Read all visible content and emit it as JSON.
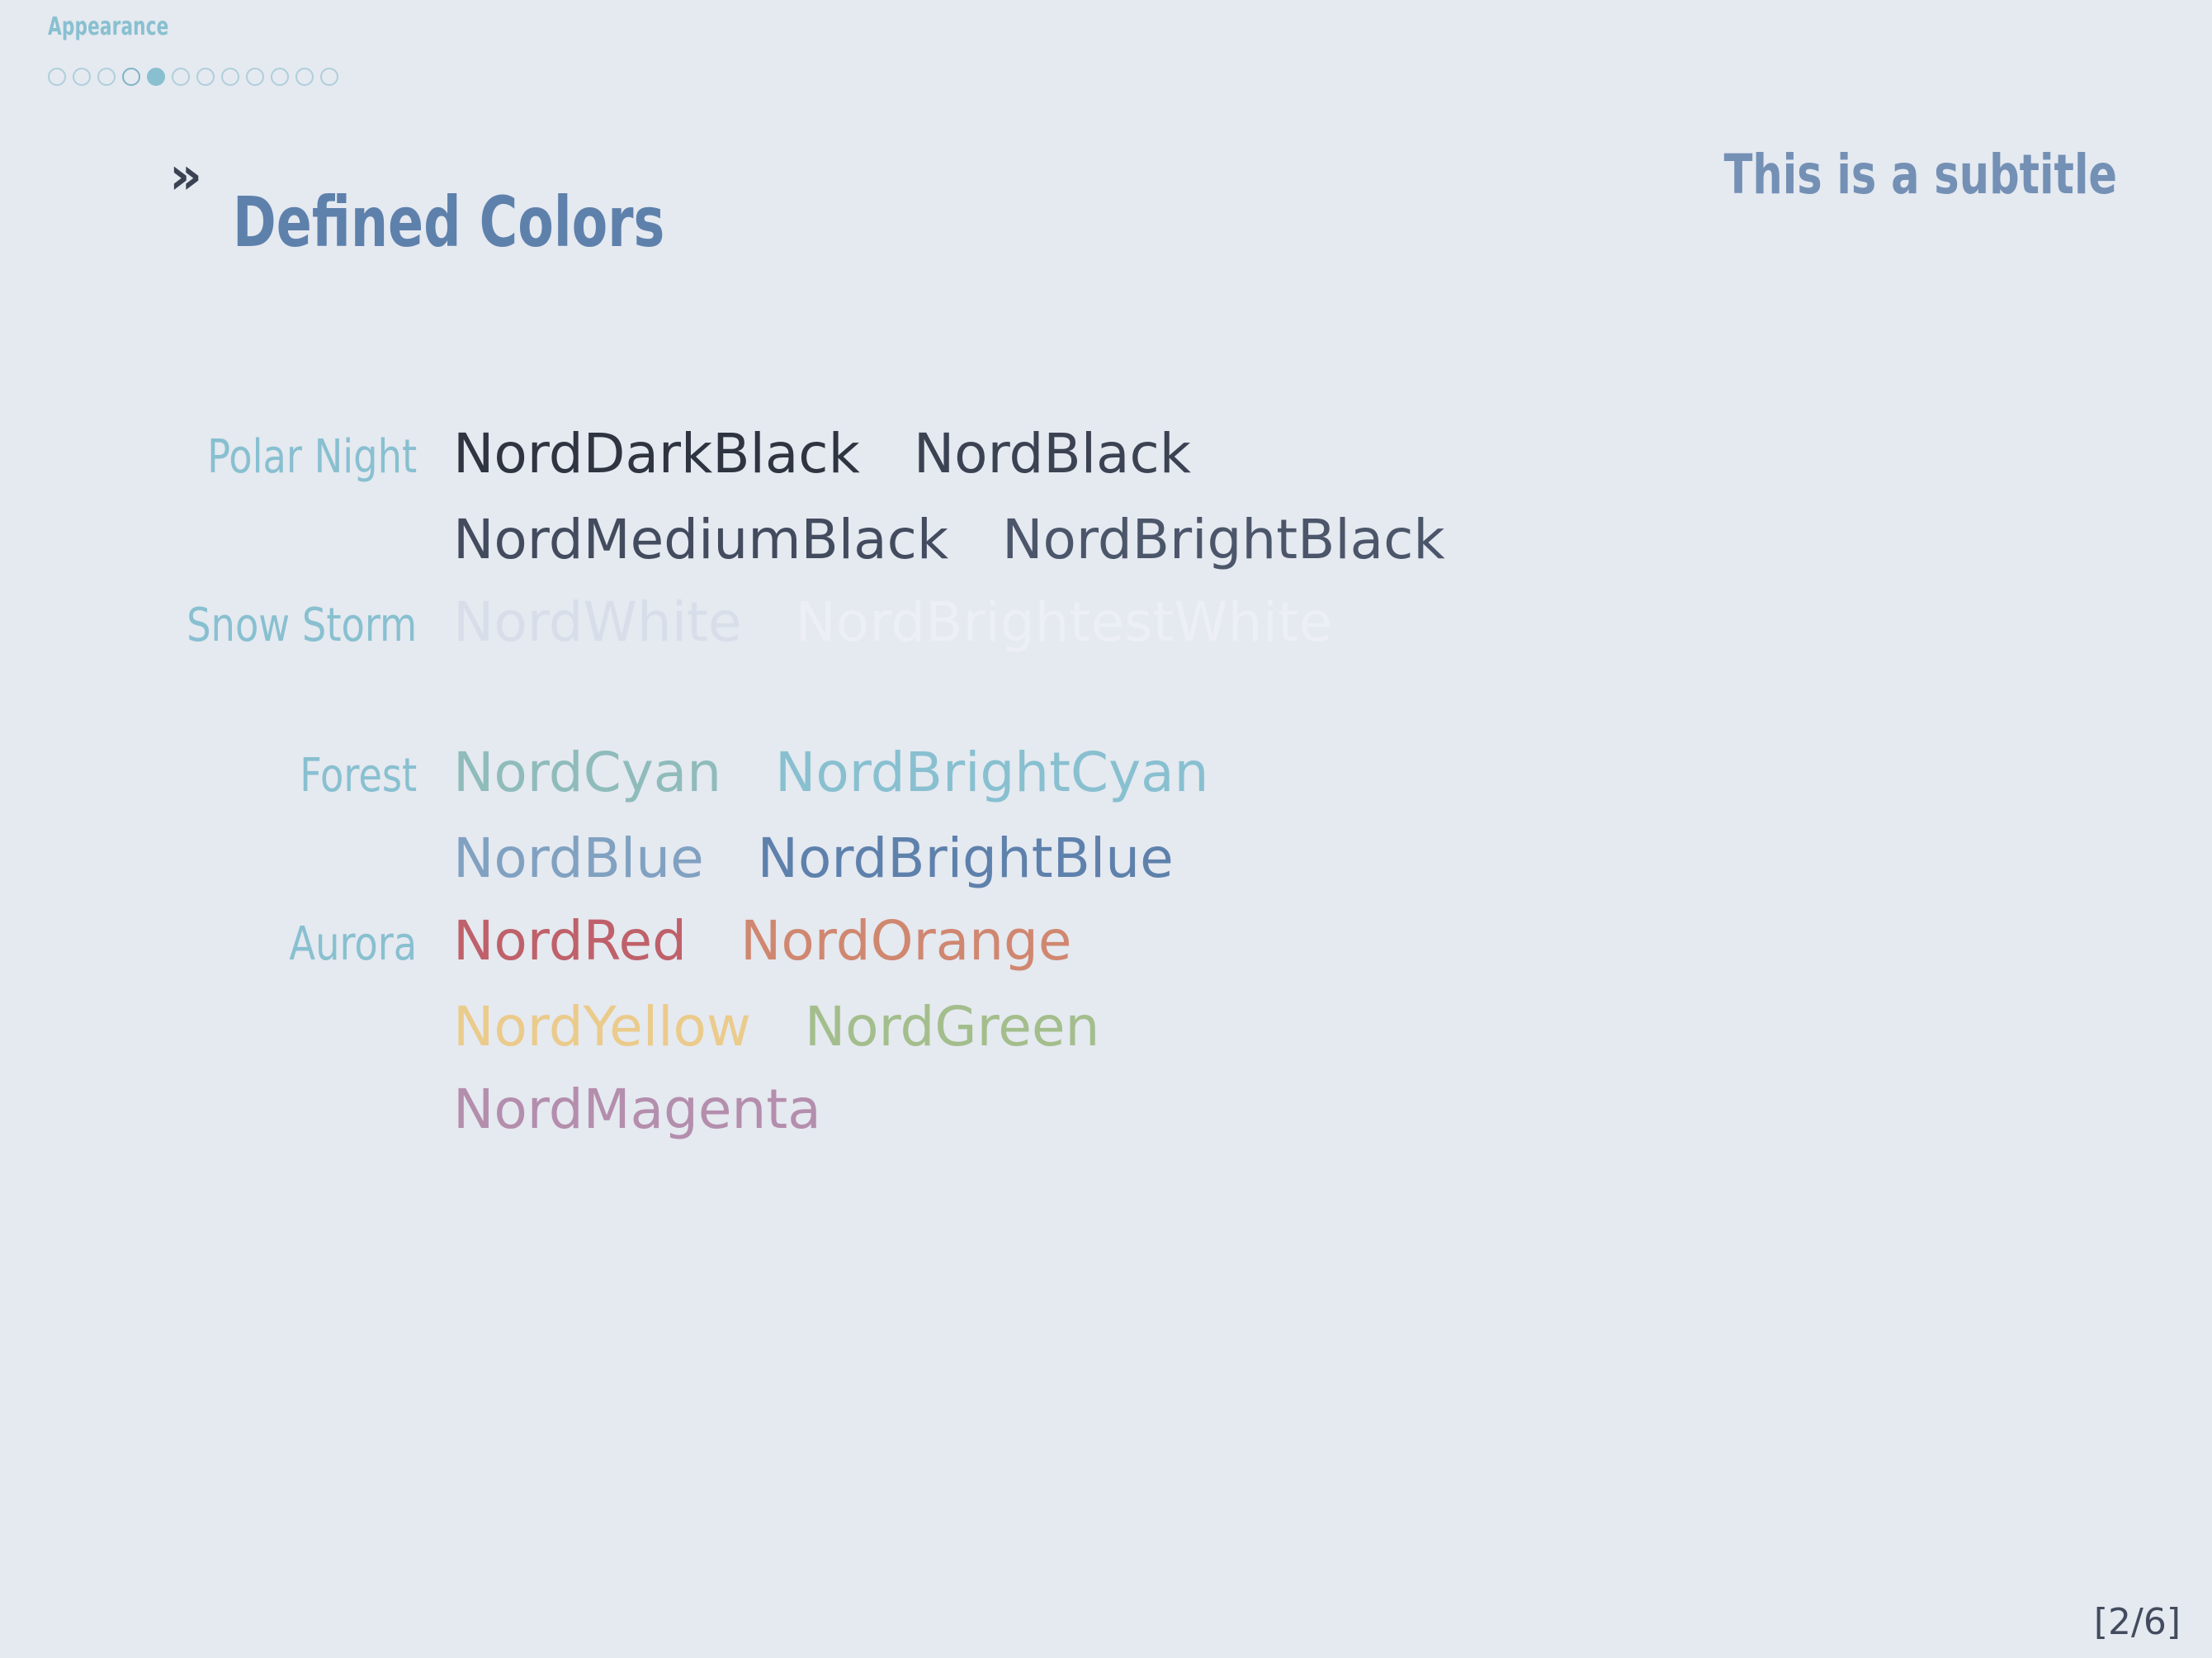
{
  "theme": {
    "background": "#e5e9f0",
    "accent": "#88c0d0",
    "title_color": "#5e81ac",
    "subtitle_color": "#7490b5",
    "marker_color": "#3b4252",
    "nav_dot_color": "#aecfdb",
    "page_number_color": "#434c5e"
  },
  "nav": {
    "section_name": "Appearance",
    "marker": "»",
    "dots": [
      {
        "state": "empty"
      },
      {
        "state": "empty"
      },
      {
        "state": "empty"
      },
      {
        "state": "current-section"
      },
      {
        "state": "current-frame"
      },
      {
        "state": "empty"
      },
      {
        "state": "empty"
      },
      {
        "state": "empty"
      },
      {
        "state": "empty"
      },
      {
        "state": "empty"
      },
      {
        "state": "empty"
      },
      {
        "state": "empty"
      }
    ]
  },
  "header": {
    "title": "Defined Colors",
    "subtitle": "This is a subtitle"
  },
  "footer": {
    "page_number": "[2/6]"
  },
  "body": {
    "groups": [
      {
        "label": "Polar Night",
        "rows": [
          [
            {
              "name": "NordDarkBlack",
              "color": "#2e3440"
            },
            {
              "name": "NordBlack",
              "color": "#3b4252"
            }
          ],
          [
            {
              "name": "NordMediumBlack",
              "color": "#434c5e"
            },
            {
              "name": "NordBrightBlack",
              "color": "#4c566a"
            }
          ]
        ]
      },
      {
        "label": "Snow Storm",
        "rows": [
          [
            {
              "name": "NordWhite",
              "color": "#d8dee9"
            },
            {
              "name": "NordBrightestWhite",
              "color": "#eceff4"
            }
          ]
        ]
      },
      {
        "label": "Forest",
        "rows": [
          [
            {
              "name": "NordCyan",
              "color": "#8fbcbb"
            },
            {
              "name": "NordBrightCyan",
              "color": "#88c0d0"
            }
          ],
          [
            {
              "name": "NordBlue",
              "color": "#81a1c1"
            },
            {
              "name": "NordBrightBlue",
              "color": "#5e81ac"
            }
          ]
        ]
      },
      {
        "label": "Aurora",
        "rows": [
          [
            {
              "name": "NordRed",
              "color": "#bf616a"
            },
            {
              "name": "NordOrange",
              "color": "#d08770"
            }
          ],
          [
            {
              "name": "NordYellow",
              "color": "#ebcb8b"
            },
            {
              "name": "NordGreen",
              "color": "#a3be8c"
            }
          ],
          [
            {
              "name": "NordMagenta",
              "color": "#b48ead"
            }
          ]
        ]
      }
    ]
  }
}
